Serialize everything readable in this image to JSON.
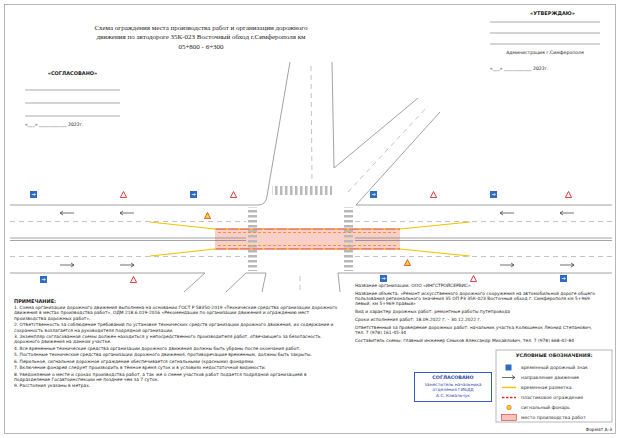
{
  "diagram": {
    "title": "Схема ограждения места производства работ и организации дорожного движения по автодороге 35К-023 Восточный обход г.Симферополя км 05+800 - 6+300",
    "nodes": [
      {
        "text": [
          "СОГЛАСОВАНО",
          "заместитель начальника отделения ГИБДД",
          "А.С. Ковальчук"
        ]
      }
    ],
    "labels": [
      "«УТВЕРЖДАЮ»",
      "Администрация г.Симферополя",
      "«___» ____________ 2022г.",
      "«СОГЛАСОВАНО»",
      "«___» ____________ 2022г.",
      "Название организации: ООО «ИНГСТРОЙСЕРВИС»",
      "Название объекта: «Ремонт искусственного дорожного сооружения на автомобильной дороге общего пользования регионального значения 35 ОП РЗ 35К-023 Восточный обход г. Симферополя км 5+969 левый, км 5+969 правый»",
      "Вид и характер дорожных работ: ремонтные работы путепровода",
      "Сроки исполнения работ: 18.09.2022 г. – 30.12.2022 г.",
      "Ответственный за проведение дорожных работ: начальник участка Колюшенок Леонид Степанович, тел. 7 (978) 161-45-34",
      "Составитель схемы: главный инженер Смыков Александр Михайлович, тел. 7 (978) 668-42-84",
      "ПРИМЕЧАНИЕ:",
      "1. Схема организации дорожного движения выполнена на основании ГОСТ Р 58350-2019 «Технические средства организации дорожного движения в местах производства работ», ОДМ 218.6.019-2016 «Рекомендации по организации движения и ограждению мест производства дорожных работ».",
      "2. Ответственность за соблюдение требований по установке технических средств организации дорожного движения, их содержание и сохранность возлагается на руководителя подрядной организации.",
      "3. Экземпляр согласованной схемы должен находиться у непосредственного производителя работ, отвечающего за безопасность дорожного движения на данном участке.",
      "4. Все временные технические средства организации дорожного движения должны быть убраны после окончания работ.",
      "5. Постоянные технические средства организации дорожного движения, противоречащие временным, должны быть закрыты.",
      "6. Перильное, сигнальное дорожное ограждение обеспечивается сигнальными (красными) фонарями.",
      "7. Включение фонарей следует производить в тёмное время суток и в условиях недостаточной видимости.",
      "8. Уведомление о месте и сроках производства работ, а так же о смене участков работ подается подрядной организацией в подразделение Госавтоинспекции не позднее чем за 7 суток.",
      "9. Расстояния указаны в метрах.",
      "УСЛОВНЫЕ ОБОЗНАЧЕНИЯ:",
      "Формат А-3"
    ],
    "legend": [
      {
        "text": "временный дорожный знак"
      },
      {
        "text": "направление движения"
      },
      {
        "text": "временная разметка"
      },
      {
        "text": "пластиковое ограждение"
      },
      {
        "text": "сигнальный фонарь"
      },
      {
        "text": "место производства работ",
        "color": "#f6c4bc"
      }
    ]
  }
}
